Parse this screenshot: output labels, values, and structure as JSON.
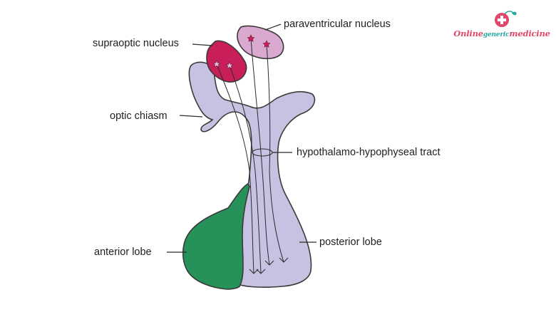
{
  "labels": {
    "paraventricular": "paraventricular nucleus",
    "supraoptic": "supraoptic nucleus",
    "optic_chiasm": "optic chiasm",
    "tract": "hypothalamo-hypophyseal tract",
    "anterior": "anterior lobe",
    "posterior": "posterior lobe"
  },
  "logo": {
    "part1": "Online",
    "part2": "generic",
    "part3": "medicine"
  },
  "colors": {
    "stalk": "#c7c2e1",
    "anterior_lobe": "#26925a",
    "supraoptic_nucleus": "#c81e5a",
    "paraventricular_nucleus": "#d9a9cf",
    "outline": "#3a3a3a",
    "logo_pink": "#e0476a",
    "logo_teal": "#27a8a0"
  }
}
